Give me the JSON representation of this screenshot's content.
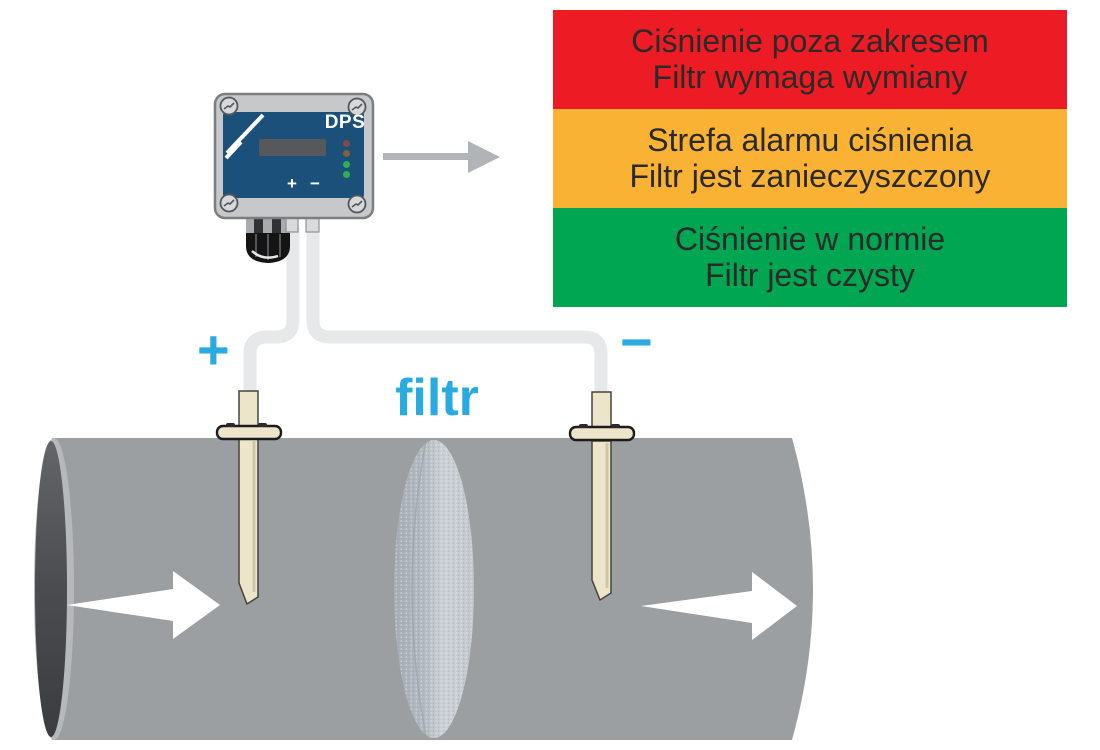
{
  "device": {
    "model_label": "DPS",
    "port_plus_label": "+",
    "port_minus_label": "−",
    "leds": [
      {
        "name": "led-overrange",
        "color": "#824a44"
      },
      {
        "name": "led-alarm",
        "color": "#82603e"
      },
      {
        "name": "led-ok-1",
        "color": "#2fae54"
      },
      {
        "name": "led-ok-2",
        "color": "#2fae54"
      }
    ]
  },
  "connections": {
    "plus_label": "+",
    "minus_label": "−"
  },
  "pipe": {
    "filter_label": "filtr"
  },
  "legend": {
    "items": [
      {
        "status": "pressure-out-of-range",
        "color": "#ed1c24",
        "line1": "Ciśnienie poza zakresem",
        "line2": "Filtr wymaga wymiany"
      },
      {
        "status": "pressure-alarm-zone",
        "color": "#f9b233",
        "line1": "Strefa alarmu ciśnienia",
        "line2": "Filtr jest zanieczyszczony"
      },
      {
        "status": "pressure-normal",
        "color": "#00a651",
        "line1": "Ciśnienie w normie",
        "line2": "Filtr jest czysty"
      }
    ]
  },
  "colors": {
    "accent_blue": "#29abe2",
    "device_panel_blue": "#1b507a",
    "pipe_gray": "#9b9fa2",
    "tube_gray": "#e7e8e9",
    "legend_text": "#2b2a29",
    "arrow_gray": "#b1b4b6"
  }
}
